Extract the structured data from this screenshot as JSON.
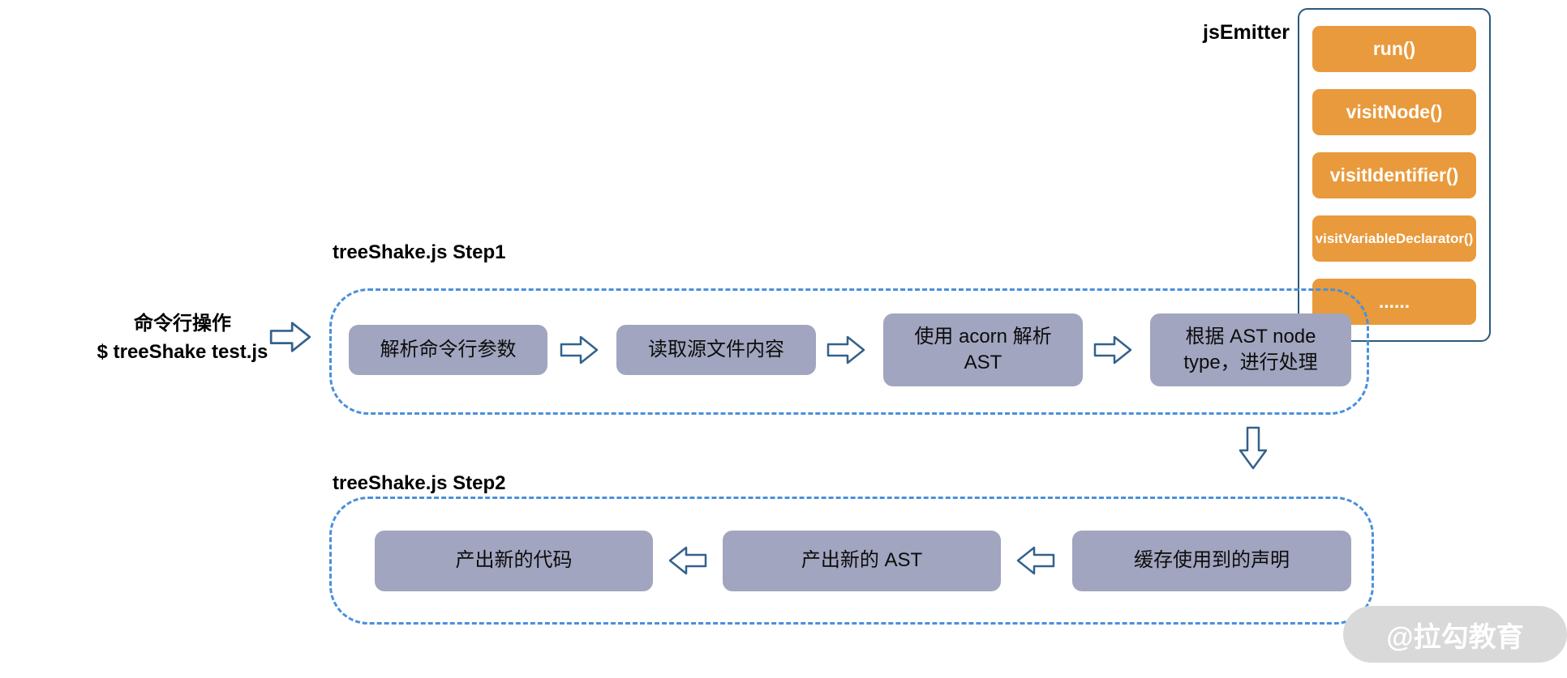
{
  "js_emitter": {
    "label": "jsEmitter",
    "methods": [
      "run()",
      "visitNode()",
      "visitIdentifier()",
      "visitVariableDeclarator()",
      "......"
    ]
  },
  "cli": {
    "line1": "命令行操作",
    "line2": "$ treeShake test.js"
  },
  "step1": {
    "title": "treeShake.js Step1",
    "nodes": [
      "解析命令行参数",
      "读取源文件内容",
      "使用 acorn 解析\nAST",
      "根据 AST node\ntype，进行处理"
    ]
  },
  "step2": {
    "title": "treeShake.js Step2",
    "nodes": [
      "产出新的代码",
      "产出新的 AST",
      "缓存使用到的声明"
    ]
  },
  "watermark": "@拉勾教育",
  "colors": {
    "method_box": "#e99a3c",
    "node_box": "#a1a5bf",
    "dashed_border": "#4a90db",
    "arrow_stroke": "#33618c",
    "panel_border": "#2a5a7a"
  }
}
